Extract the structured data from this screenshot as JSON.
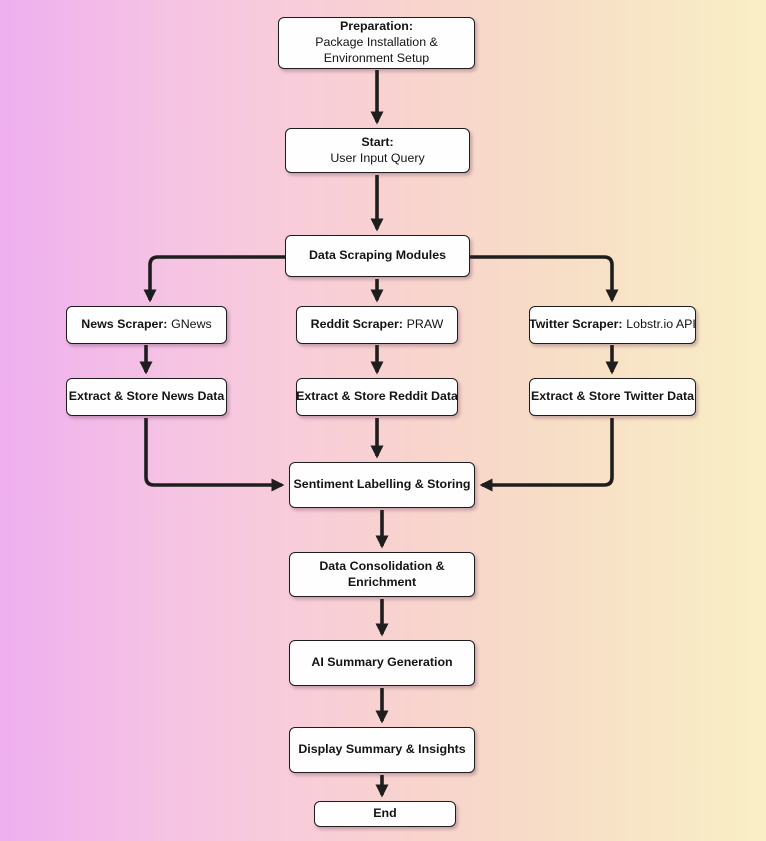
{
  "diagram": {
    "type": "flowchart",
    "colors": {
      "background_left": "#efaff0",
      "background_mid": "#f8d4cd",
      "background_right": "#f9efc5",
      "node_background": "#fefefe",
      "node_border": "#1e1e1e",
      "arrow": "#1e1e1e"
    },
    "nodes": {
      "preparation": {
        "title": "Preparation:",
        "body": "Package Installation &\nEnvironment Setup"
      },
      "start": {
        "title": "Start:",
        "body": "User Input Query"
      },
      "data_scraping": {
        "label": "Data Scraping Modules"
      },
      "news_scraper": {
        "strong": "News Scraper:",
        "detail": "GNews"
      },
      "reddit_scraper": {
        "strong": "Reddit Scraper:",
        "detail": "PRAW"
      },
      "twitter_scraper": {
        "strong": "Twitter Scraper:",
        "detail": "Lobstr.io API"
      },
      "extract_news": {
        "label": "Extract & Store News Data"
      },
      "extract_reddit": {
        "label": "Extract & Store Reddit Data"
      },
      "extract_twitter": {
        "label": "Extract & Store Twitter Data"
      },
      "sentiment": {
        "label": "Sentiment Labelling & Storing"
      },
      "consolidation": {
        "label": "Data Consolidation &\nEnrichment"
      },
      "ai_summary": {
        "label": "AI Summary Generation"
      },
      "display_summary": {
        "label": "Display Summary & Insights"
      },
      "end": {
        "label": "End"
      }
    },
    "edges": [
      {
        "from": "preparation",
        "to": "start"
      },
      {
        "from": "start",
        "to": "data_scraping"
      },
      {
        "from": "data_scraping",
        "to": "news_scraper"
      },
      {
        "from": "data_scraping",
        "to": "reddit_scraper"
      },
      {
        "from": "data_scraping",
        "to": "twitter_scraper"
      },
      {
        "from": "news_scraper",
        "to": "extract_news"
      },
      {
        "from": "reddit_scraper",
        "to": "extract_reddit"
      },
      {
        "from": "twitter_scraper",
        "to": "extract_twitter"
      },
      {
        "from": "extract_news",
        "to": "sentiment"
      },
      {
        "from": "extract_reddit",
        "to": "sentiment"
      },
      {
        "from": "extract_twitter",
        "to": "sentiment"
      },
      {
        "from": "sentiment",
        "to": "consolidation"
      },
      {
        "from": "consolidation",
        "to": "ai_summary"
      },
      {
        "from": "ai_summary",
        "to": "display_summary"
      },
      {
        "from": "display_summary",
        "to": "end"
      }
    ]
  }
}
